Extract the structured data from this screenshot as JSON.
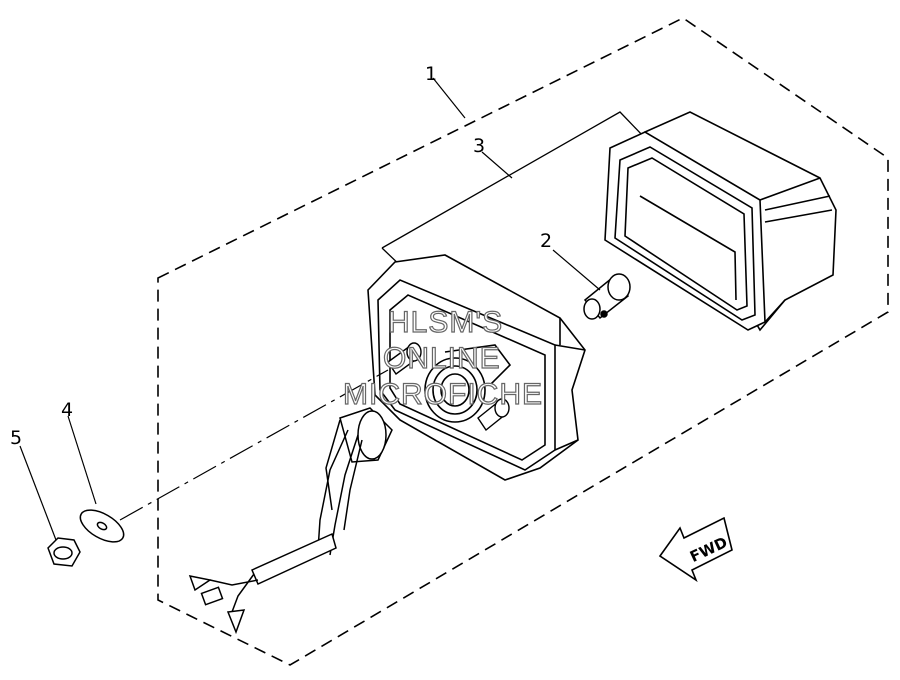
{
  "callouts": {
    "c1": "1",
    "c2": "2",
    "c3": "3",
    "c4": "4",
    "c5": "5"
  },
  "watermark": {
    "line1": "HLSM'S",
    "line2": "ONLINE",
    "line3": "MICROFICHE"
  },
  "direction": {
    "label": "FWD"
  },
  "colors": {
    "ink": "#000000",
    "paper": "#ffffff",
    "watermark_outline": "#666666"
  }
}
